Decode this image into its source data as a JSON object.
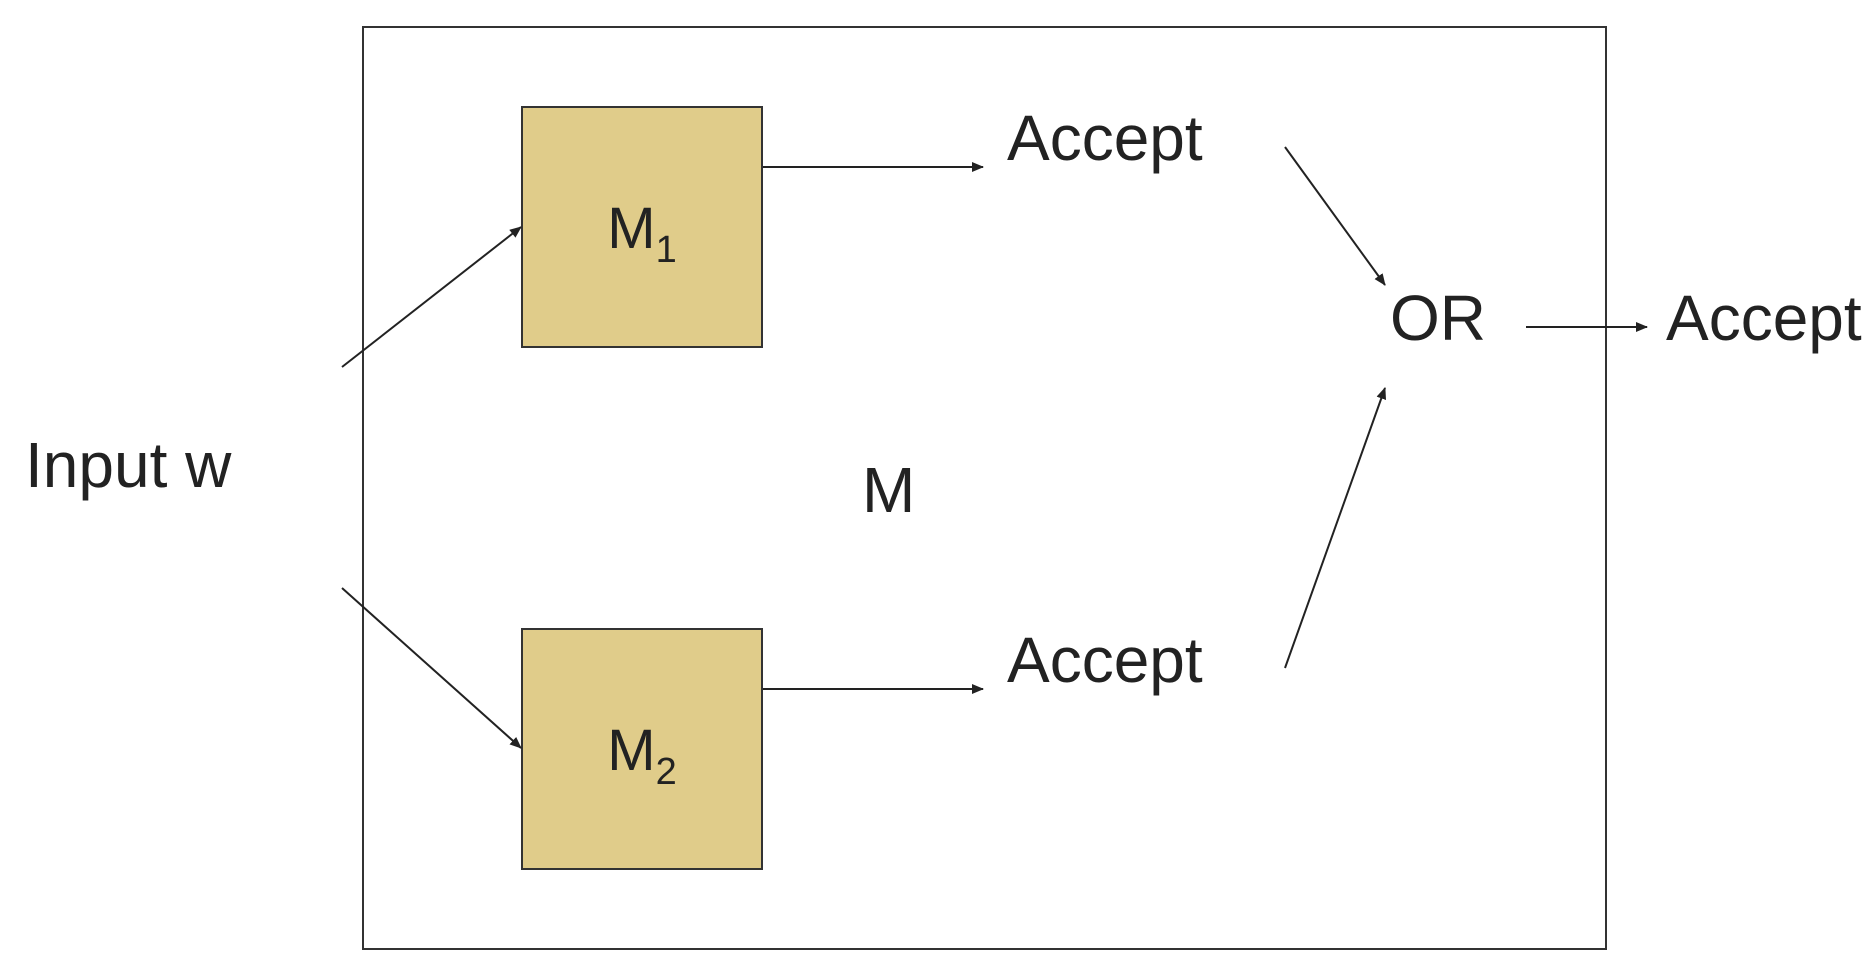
{
  "input_label": "Input w",
  "machine_label": "M",
  "machines": [
    {
      "name": "M",
      "subscript": "1"
    },
    {
      "name": "M",
      "subscript": "2"
    }
  ],
  "accept_top": "Accept",
  "accept_bottom": "Accept",
  "or_label": "OR",
  "accept_output": "Accept",
  "colors": {
    "machine_fill": "#e0cc8a",
    "stroke": "#333333",
    "text": "#222222"
  }
}
